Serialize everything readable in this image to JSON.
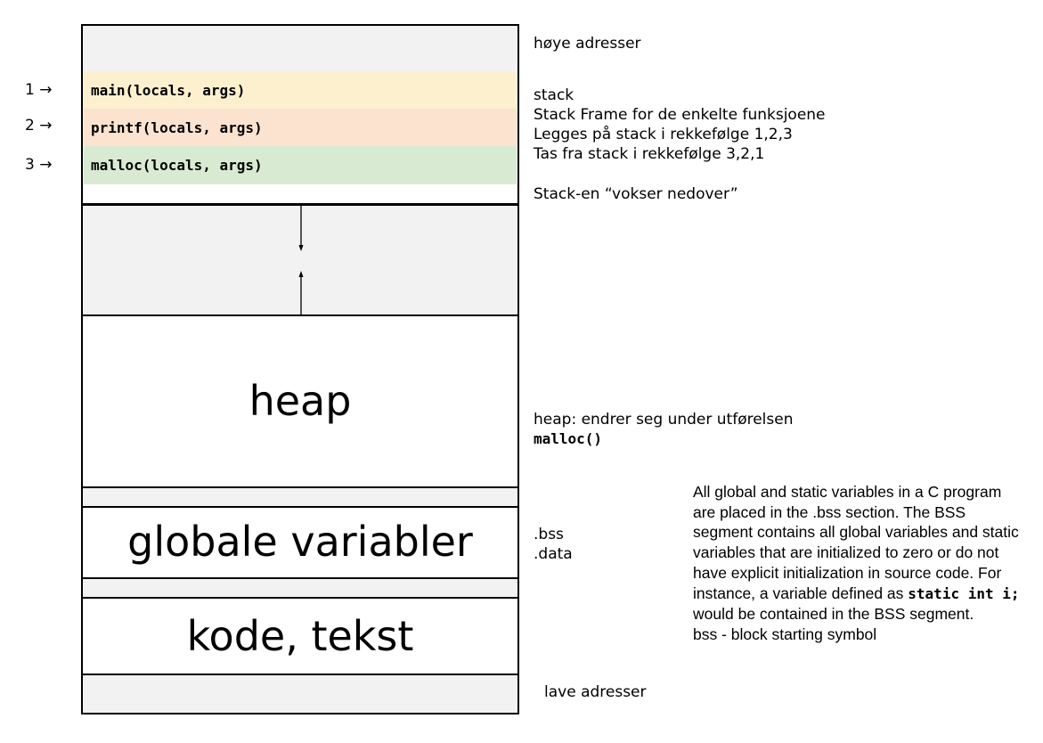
{
  "colors": {
    "main_frame": "#fdf0cf",
    "printf_frame": "#fbe3cf",
    "malloc_frame": "#d9ead3",
    "segment_gray": "#f2f2f2"
  },
  "call_order": [
    {
      "label": "1 →",
      "frame": "main(locals, args)"
    },
    {
      "label": "2 →",
      "frame": "printf(locals, args)"
    },
    {
      "label": "3 →",
      "frame": "malloc(locals, args)"
    }
  ],
  "segments": {
    "heap": "heap",
    "globals": "globale variabler",
    "code": "kode, tekst"
  },
  "notes": {
    "high_addresses": "høye adresser",
    "stack_title": "stack",
    "stack_line1": "Stack Frame for de enkelte funksjoene",
    "stack_line2": "Legges på stack i rekkefølge 1,2,3",
    "stack_line3": "Tas fra stack i rekkefølge 3,2,1",
    "stack_grows": "Stack-en “vokser nedover”",
    "heap_note": "heap: endrer seg  under utførelsen",
    "heap_fn": "malloc()",
    "bss": ".bss",
    "data": ".data",
    "low_addresses": "lave adresser"
  },
  "bss_explanation": {
    "part1": "All global and static variables in a C program are placed in the .bss section. The BSS segment contains all global variables and static variables that are initialized to zero or do not have explicit initialization in source code. For instance, a variable defined as ",
    "code": "static int i;",
    "part2": " would be contained in the BSS segment.",
    "last_line": "bss - block starting symbol"
  }
}
